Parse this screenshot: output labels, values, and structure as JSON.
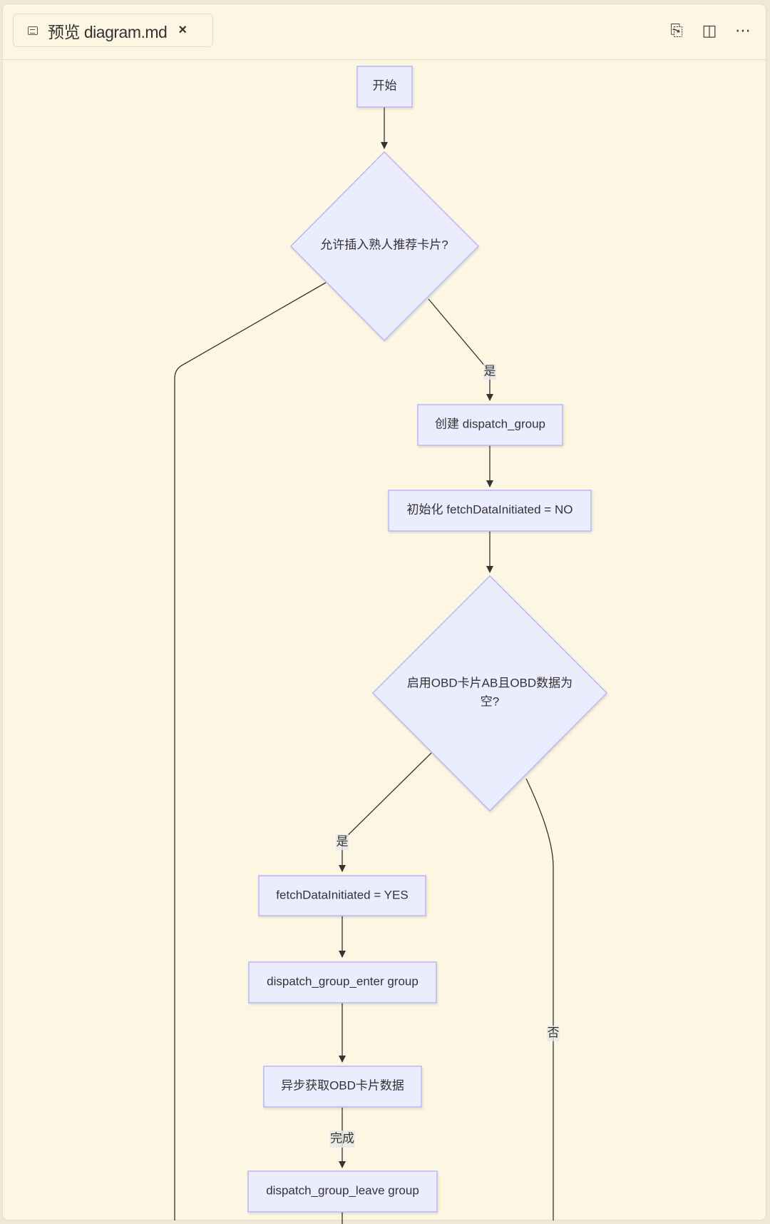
{
  "tab": {
    "title": "预览 diagram.md",
    "icon": "preview-icon",
    "close": "×"
  },
  "header_actions": [
    {
      "name": "open-source-icon",
      "glyph": "⎘"
    },
    {
      "name": "split-editor-icon",
      "glyph": "◫"
    },
    {
      "name": "more-actions-icon",
      "glyph": "⋯"
    }
  ],
  "flowchart": {
    "nodes": {
      "start": "开始",
      "decision1": "允许插入熟人推荐卡片?",
      "create_group": "创建 dispatch_group",
      "init_flag": "初始化 fetchDataInitiated = NO",
      "decision2_line1": "启用OBD卡片AB且OBD数据为",
      "decision2_line2": "空?",
      "set_yes": "fetchDataInitiated = YES",
      "enter_group": "dispatch_group_enter group",
      "async_fetch": "异步获取OBD卡片数据",
      "leave_group": "dispatch_group_leave group"
    },
    "edge_labels": {
      "d1_yes": "是",
      "d2_yes": "是",
      "d2_no": "否",
      "done": "完成"
    },
    "colors": {
      "node_fill": "#ececff",
      "node_stroke": "#b9b7f3",
      "background": "#fdf6e3"
    }
  }
}
